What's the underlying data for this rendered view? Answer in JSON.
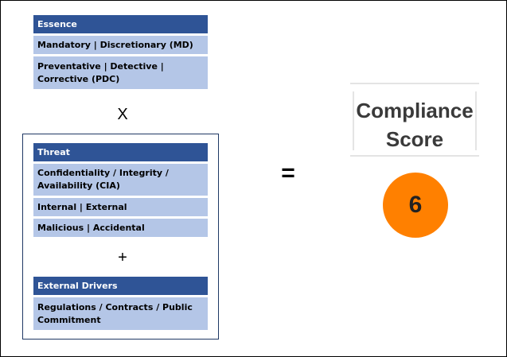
{
  "essence": {
    "header": "Essence",
    "items": [
      "Mandatory | Discretionary (MD)",
      "Preventative | Detective | Corrective (PDC)"
    ]
  },
  "multiply_operator": "X",
  "threat": {
    "header": "Threat",
    "items": [
      "Confidentiality / Integrity / Availability (CIA)",
      "Internal | External",
      "Malicious | Accidental"
    ]
  },
  "plus_operator": "+",
  "external_drivers": {
    "header": "External Drivers",
    "items": [
      "Regulations / Contracts / Public Commitment"
    ]
  },
  "equals_operator": "=",
  "compliance": {
    "title": "Compliance Score",
    "score": "6"
  },
  "colors": {
    "header_fill": "#2f5496",
    "item_fill": "#b4c6e7",
    "score_circle": "#ff8000",
    "border": "#1f3864"
  }
}
